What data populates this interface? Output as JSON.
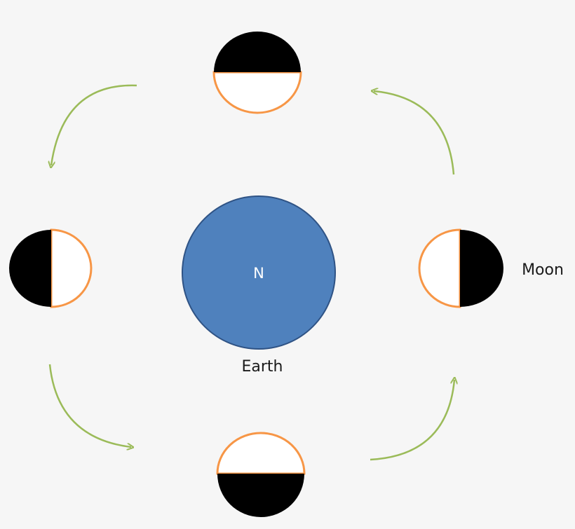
{
  "diagram": {
    "earth": {
      "label": "Earth",
      "pole_label": "N",
      "fill_color": "#4f81bd",
      "stroke_color": "#2f5385"
    },
    "moon": {
      "label": "Moon",
      "lit_color": "#ffffff",
      "dark_color": "#000000",
      "lit_outline_color": "#f79646"
    },
    "arrows": {
      "color": "#9bbb59",
      "direction": "counterclockwise"
    }
  }
}
